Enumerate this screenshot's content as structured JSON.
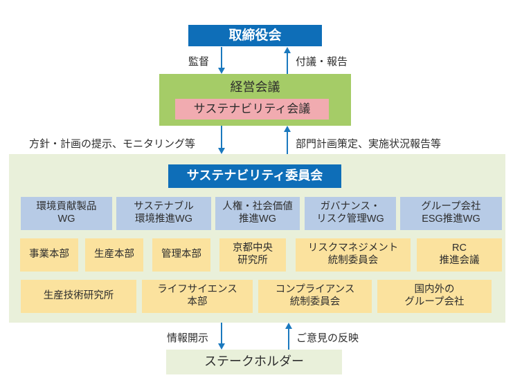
{
  "board": {
    "label": "取締役会"
  },
  "flows": {
    "top_down": "監督",
    "top_up": "付議・報告",
    "mid_down": "方針・計画の提示、モニタリング等",
    "mid_up": "部門計画策定、実施状況報告等",
    "bottom_down": "情報開示",
    "bottom_up": "ご意見の反映"
  },
  "management": {
    "label": "経営会議",
    "sustainability_meeting": "サステナビリティ会議"
  },
  "committee": {
    "label": "サステナビリティ委員会"
  },
  "working_groups": [
    {
      "label": "環境貢献製品\nWG"
    },
    {
      "label": "サステナブル\n環境推進WG"
    },
    {
      "label": "人権・社会価値\n推進WG"
    },
    {
      "label": "ガバナンス・\nリスク管理WG"
    },
    {
      "label": "グループ会社\nESG推進WG"
    }
  ],
  "departments_row1": [
    {
      "label": "事業本部"
    },
    {
      "label": "生産本部"
    },
    {
      "label": "管理本部"
    },
    {
      "label": "京都中央\n研究所"
    },
    {
      "label": "リスクマネジメント\n統制委員会"
    },
    {
      "label": "RC\n推進会議"
    }
  ],
  "departments_row2": [
    {
      "label": "生産技術研究所"
    },
    {
      "label": "ライフサイエンス\n本部"
    },
    {
      "label": "コンプライアンス\n統制委員会"
    },
    {
      "label": "国内外の\nグループ会社"
    }
  ],
  "stakeholder": {
    "label": "ステークホルダー"
  },
  "colors": {
    "primary_blue": "#0e6eb8",
    "management_green": "#a5cc67",
    "meeting_pink": "#f1abb0",
    "panel_green": "#e9f0da",
    "wg_blue": "#b7cbe6",
    "dept_yellow": "#fbe29e",
    "arrow_blue": "#1b79be"
  }
}
